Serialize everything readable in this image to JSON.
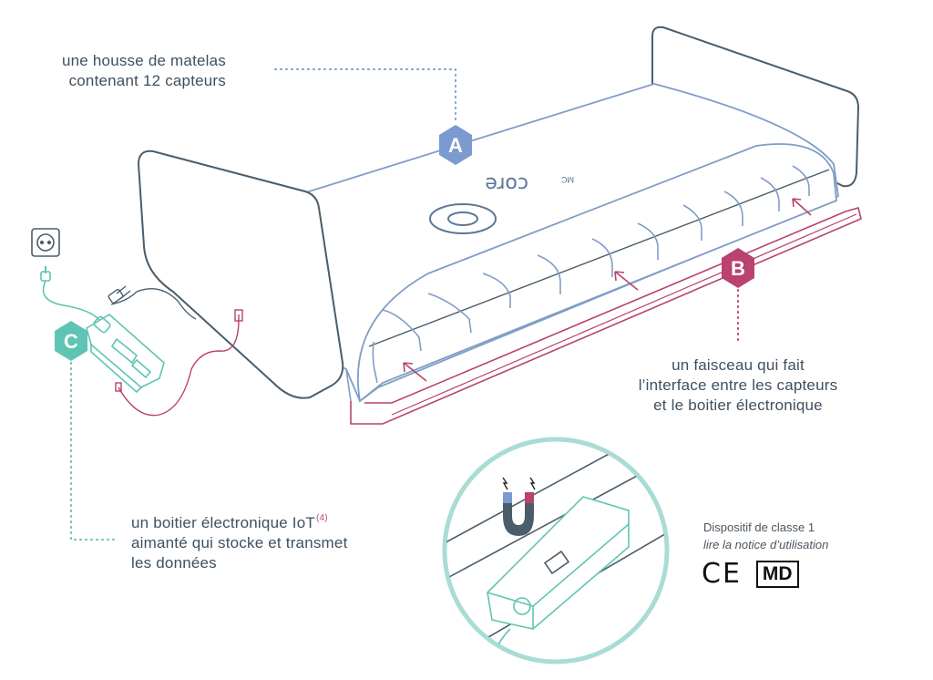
{
  "components": {
    "A": {
      "letter": "A",
      "color": "#7b9ad0",
      "lines": [
        "une housse de matelas",
        "contenant 12 capteurs"
      ]
    },
    "B": {
      "letter": "B",
      "color": "#b9426e",
      "lines": [
        "un faisceau qui fait",
        "l’interface entre les capteurs",
        "et le boitier électronique"
      ]
    },
    "C": {
      "letter": "C",
      "color": "#5fc4b3",
      "lines": [
        "un boitier électronique IoT",
        "aimanté qui stocke et transmet",
        "les données"
      ],
      "footnote": "(4)"
    }
  },
  "mattress_logo": "core",
  "regulatory": {
    "line1": "Dispositif de classe 1",
    "line2": "lire la notice d’utilisation",
    "ce_mark": "CE",
    "md_mark": "MD"
  },
  "colors": {
    "outline": "#4a5d6b",
    "mattress": "#7f9dc6",
    "harness": "#b9426e",
    "box": "#5fc4b3"
  }
}
